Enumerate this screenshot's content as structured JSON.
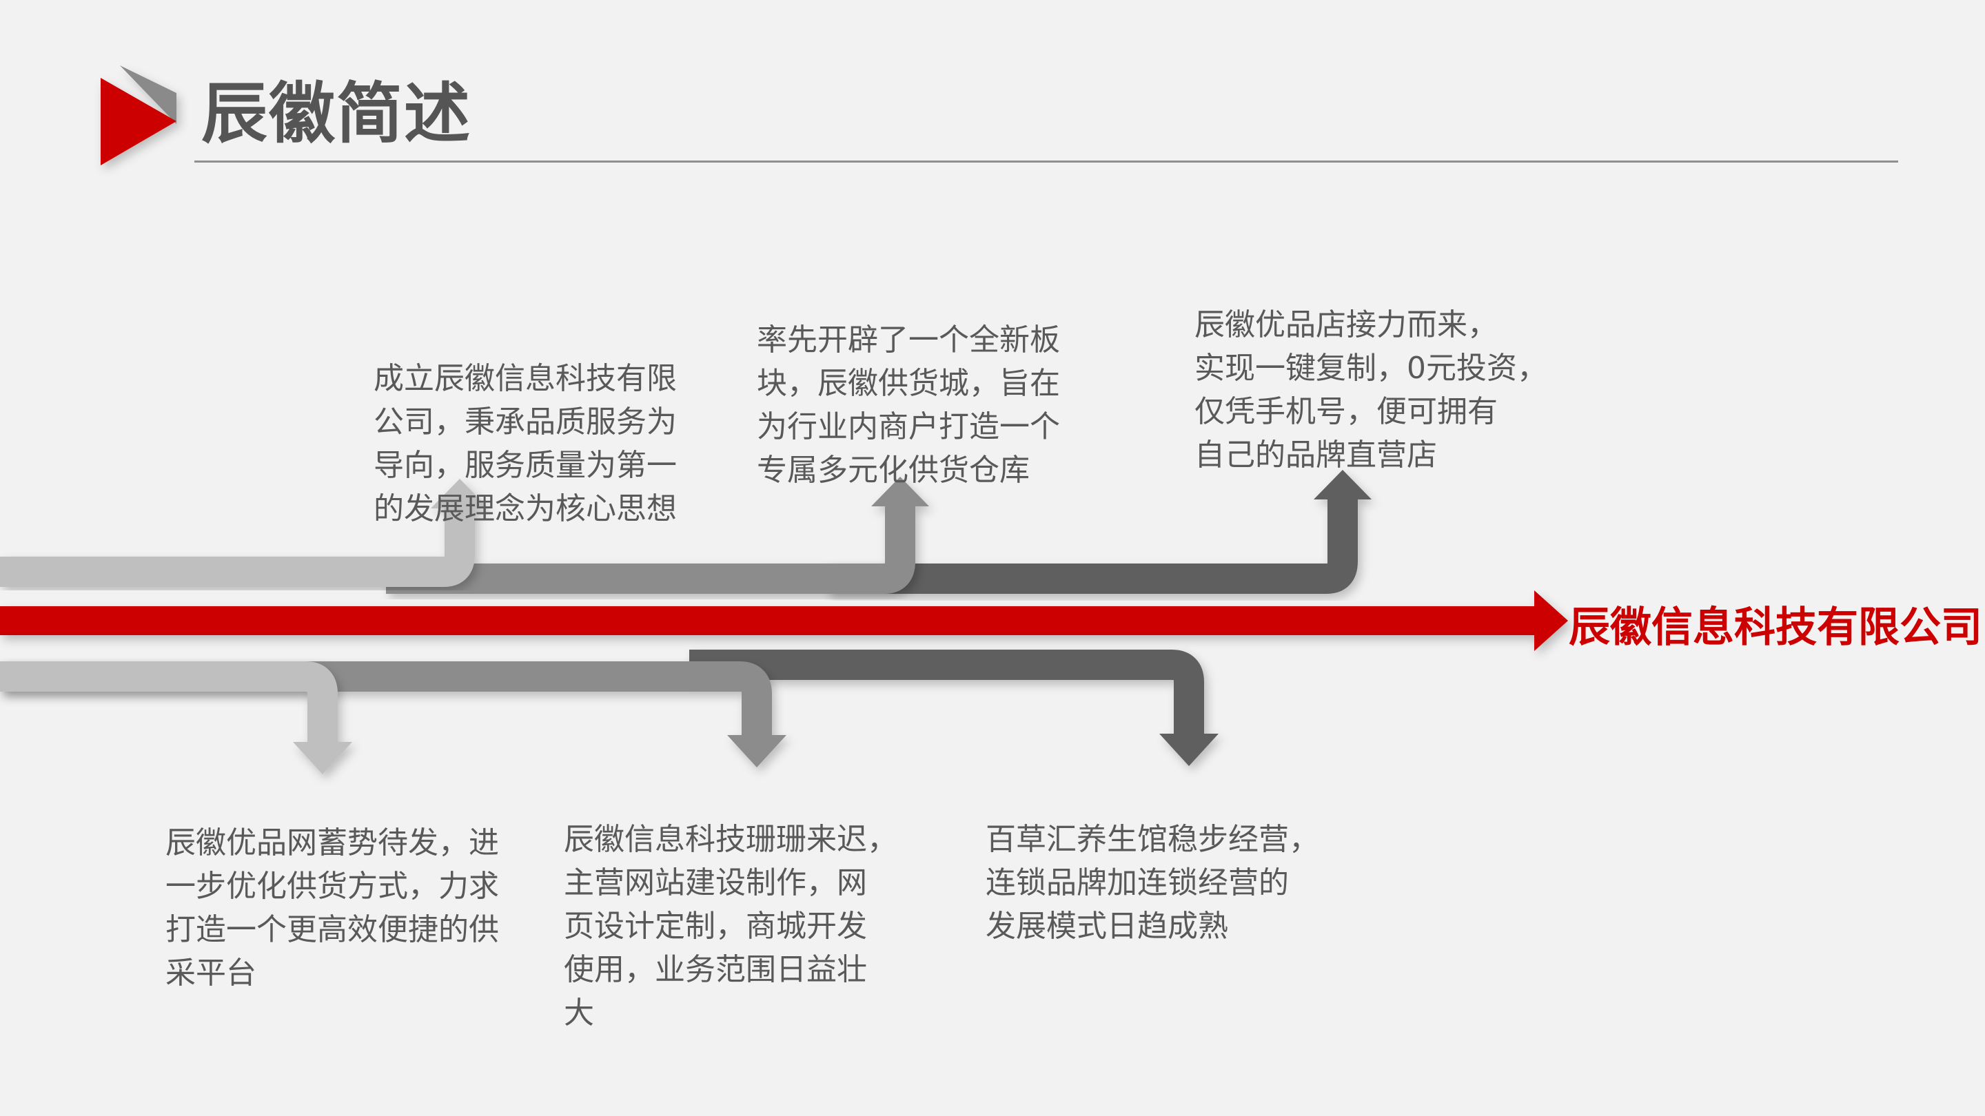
{
  "slide": {
    "title": "辰徽简述",
    "company_name": "辰徽信息科技有限公司",
    "milestones_top": [
      {
        "id": "m1",
        "text": "成立辰徽信息科技有限\n公司，秉承品质服务为\n导向，服务质量为第一\n的发展理念为核心思想"
      },
      {
        "id": "m3",
        "text": "率先开辟了一个全新板\n块，辰徽供货城，旨在\n为行业内商户打造一个\n专属多元化供货仓库"
      },
      {
        "id": "m5",
        "text": "辰徽优品店接力而来，\n实现一键复制，0元投资，\n仅凭手机号，便可拥有\n自己的品牌直营店"
      }
    ],
    "milestones_bottom": [
      {
        "id": "m2",
        "text": "辰徽优品网蓄势待发，进\n一步优化供货方式，力求\n打造一个更高效便捷的供\n采平台"
      },
      {
        "id": "m4",
        "text": "辰徽信息科技珊珊来迟，\n主营网站建设制作，网\n页设计定制，商城开发\n使用，业务范围日益壮\n大"
      },
      {
        "id": "m6",
        "text": "百草汇养生馆稳步经营，\n连锁品牌加连锁经营的\n发展模式日趋成熟"
      }
    ]
  },
  "colors": {
    "accent_red": "#cc0000",
    "title_gray": "#555555",
    "text_gray": "#595959",
    "arrow_light": "#bfbfbf",
    "arrow_mid": "#8c8c8c",
    "arrow_dark": "#5f5f5f",
    "background": "#f2f2f2"
  },
  "icons": {
    "title_marker": "play-triangle-icon"
  }
}
